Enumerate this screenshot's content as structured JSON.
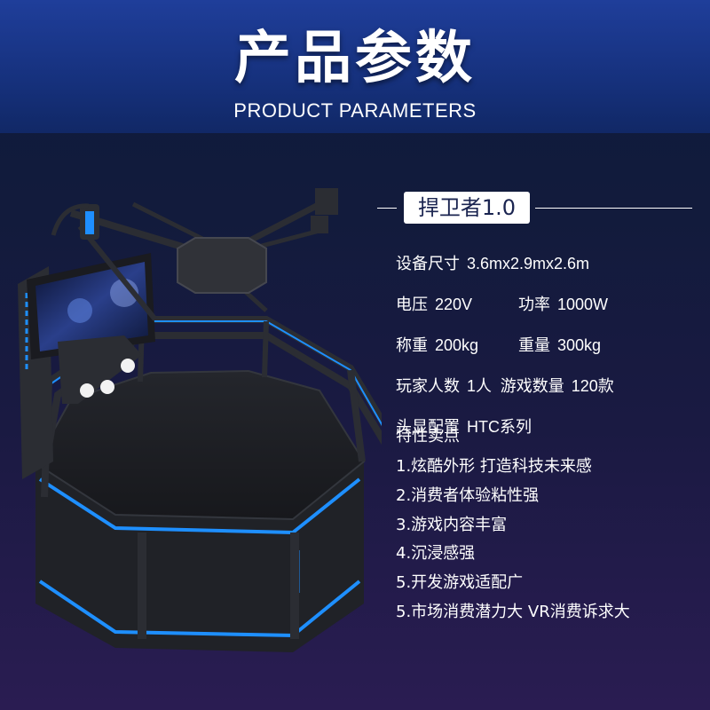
{
  "header": {
    "title_cn": "产品参数",
    "title_en": "PRODUCT PARAMETERS"
  },
  "product": {
    "model_name": "捍卫者1.0",
    "image_description_icon": "vr-arena-platform-image"
  },
  "specs": {
    "size": {
      "label": "设备尺寸",
      "value": "3.6mx2.9mx2.6m"
    },
    "voltage": {
      "label": "电压",
      "value": "220V"
    },
    "power": {
      "label": "功率",
      "value": "1000W"
    },
    "weigh": {
      "label": "称重",
      "value": "200kg"
    },
    "weight": {
      "label": "重量",
      "value": "300kg"
    },
    "players": {
      "label": "玩家人数",
      "value": "1人"
    },
    "games": {
      "label": "游戏数量",
      "value": "120款"
    },
    "headset": {
      "label": "头显配置",
      "value": "HTC系列"
    }
  },
  "features": {
    "title": "特性卖点",
    "items": [
      "1.炫酷外形 打造科技未来感",
      "2.消费者体验粘性强",
      "3.游戏内容丰富",
      "4.沉浸感强",
      "5.开发游戏适配广",
      "5.市场消费潜力大 VR消费诉求大"
    ]
  },
  "colors": {
    "accent_blue": "#1e8fff",
    "frame_dark": "#2b2d33",
    "header_blue": "#1f3e9a"
  }
}
